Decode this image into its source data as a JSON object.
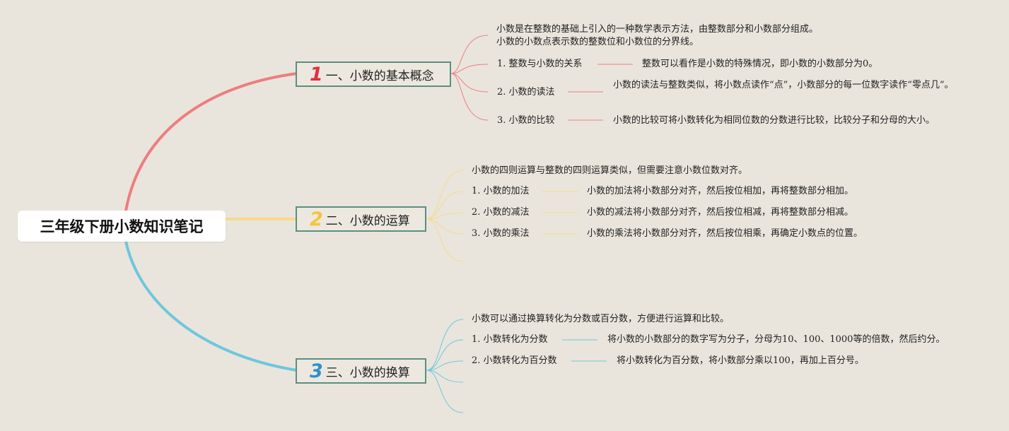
{
  "root": {
    "title": "三年级下册小数知识笔记"
  },
  "colors": {
    "branch1": "#ee7d80",
    "branch2": "#f8d98a",
    "branch3": "#6ec7dd",
    "num1": "#e0303a",
    "num2": "#f5c43c",
    "num3": "#2f8fd0",
    "topic_border": "#5b8f7f",
    "background": "#e9e5dc"
  },
  "topics": [
    {
      "num": "1",
      "title": "一、小数的基本概念",
      "intro_lines": [
        "小数是在整数的基础上引入的一种数学表示方法，由整数部分和小数部分组成。",
        "小数的小数点表示数的整数位和小数位的分界线。"
      ],
      "items": [
        {
          "label": "1. 整数与小数的关系",
          "detail": "整数可以看作是小数的特殊情况，即小数的小数部分为0。"
        },
        {
          "label": "2. 小数的读法",
          "detail": "小数的读法与整数类似，将小数点读作“点”，小数部分的每一位数字读作“零点几”。"
        },
        {
          "label": "3. 小数的比较",
          "detail": "小数的比较可将小数转化为相同位数的分数进行比较，比较分子和分母的大小。"
        }
      ]
    },
    {
      "num": "2",
      "title": "二、小数的运算",
      "intro": "小数的四则运算与整数的四则运算类似，但需要注意小数位数对齐。",
      "items": [
        {
          "label": "1. 小数的加法",
          "detail": "小数的加法将小数部分对齐，然后按位相加，再将整数部分相加。"
        },
        {
          "label": "2. 小数的减法",
          "detail": "小数的减法将小数部分对齐，然后按位相减，再将整数部分相减。"
        },
        {
          "label": "3. 小数的乘法",
          "detail": "小数的乘法将小数部分对齐，然后按位相乘，再确定小数点的位置。"
        }
      ]
    },
    {
      "num": "3",
      "title": "三、小数的换算",
      "intro": "小数可以通过换算转化为分数或百分数，方便进行运算和比较。",
      "items": [
        {
          "label": "1. 小数转化为分数",
          "detail": "将小数的小数部分的数字写为分子，分母为10、100、1000等的倍数，然后约分。"
        },
        {
          "label": "2. 小数转化为百分数",
          "detail": "将小数转化为百分数，将小数部分乘以100，再加上百分号。"
        }
      ]
    }
  ]
}
